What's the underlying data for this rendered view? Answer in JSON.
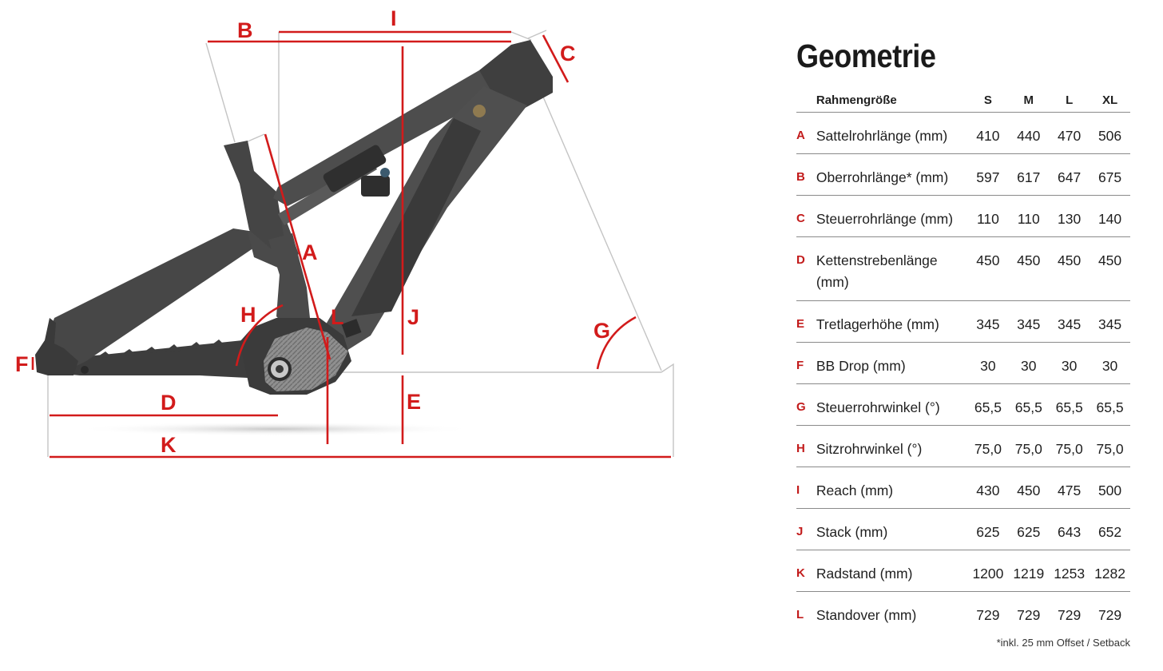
{
  "diagram": {
    "labels": {
      "A": "A",
      "B": "B",
      "C": "C",
      "D": "D",
      "E": "E",
      "F": "F",
      "G": "G",
      "H": "H",
      "I": "I",
      "J": "J",
      "K": "K",
      "L": "L"
    },
    "accent_color": "#d21b1b",
    "frame_color": "#464646"
  },
  "geometry": {
    "title": "Geometrie",
    "header": {
      "label": "Rahmengröße",
      "sizes": [
        "S",
        "M",
        "L",
        "XL"
      ]
    },
    "rows": [
      {
        "letter": "A",
        "name": "Sattelrohrlänge (mm)",
        "values": [
          "410",
          "440",
          "470",
          "506"
        ]
      },
      {
        "letter": "B",
        "name": "Oberrohrlänge* (mm)",
        "values": [
          "597",
          "617",
          "647",
          "675"
        ]
      },
      {
        "letter": "C",
        "name": "Steuerrohrlänge (mm)",
        "values": [
          "110",
          "110",
          "130",
          "140"
        ]
      },
      {
        "letter": "D",
        "name": "Kettenstrebenlänge (mm)",
        "values": [
          "450",
          "450",
          "450",
          "450"
        ]
      },
      {
        "letter": "E",
        "name": "Tretlagerhöhe (mm)",
        "values": [
          "345",
          "345",
          "345",
          "345"
        ]
      },
      {
        "letter": "F",
        "name": "BB Drop (mm)",
        "values": [
          "30",
          "30",
          "30",
          "30"
        ]
      },
      {
        "letter": "G",
        "name": "Steuerrohrwinkel (°)",
        "values": [
          "65,5",
          "65,5",
          "65,5",
          "65,5"
        ]
      },
      {
        "letter": "H",
        "name": "Sitzrohrwinkel (°)",
        "values": [
          "75,0",
          "75,0",
          "75,0",
          "75,0"
        ]
      },
      {
        "letter": "I",
        "name": "Reach (mm)",
        "values": [
          "430",
          "450",
          "475",
          "500"
        ]
      },
      {
        "letter": "J",
        "name": "Stack (mm)",
        "values": [
          "625",
          "625",
          "643",
          "652"
        ]
      },
      {
        "letter": "K",
        "name": "Radstand (mm)",
        "values": [
          "1200",
          "1219",
          "1253",
          "1282"
        ]
      },
      {
        "letter": "L",
        "name": "Standover (mm)",
        "values": [
          "729",
          "729",
          "729",
          "729"
        ]
      }
    ],
    "footnote": "*inkl. 25 mm Offset / Setback"
  }
}
